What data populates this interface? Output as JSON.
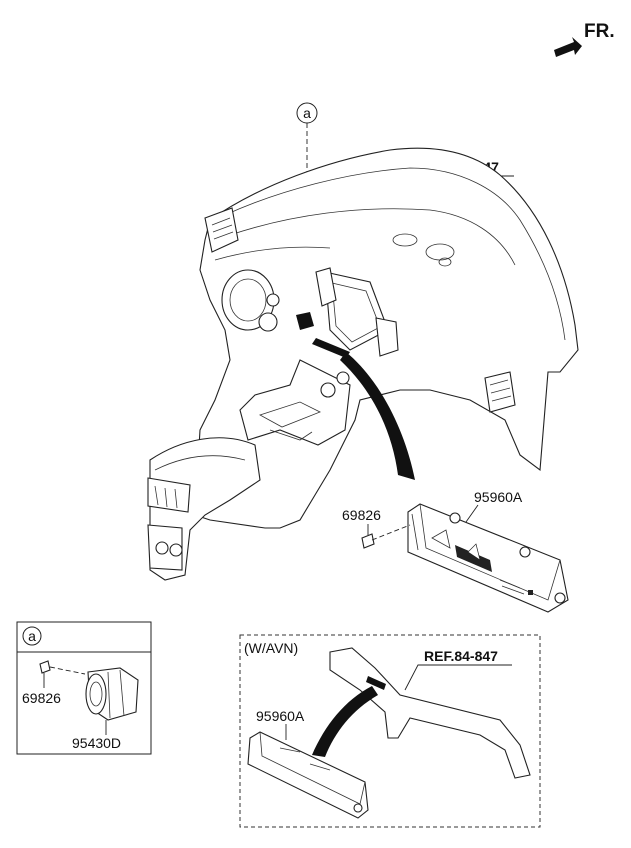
{
  "header": {
    "direction_label": "FR."
  },
  "callouts": {
    "main_ref": "REF.84-847",
    "avn_ref": "REF.84-847",
    "marker_a_top": "a",
    "marker_a_box": "a",
    "avn_group": "(W/AVN)"
  },
  "parts": {
    "switch_main": "95960A",
    "screw_main": "69826",
    "screw_detail": "69826",
    "detail_switch": "95430D",
    "switch_avn": "95960A"
  },
  "colors": {
    "line": "#222222",
    "fill": "#000000",
    "background": "#ffffff"
  }
}
